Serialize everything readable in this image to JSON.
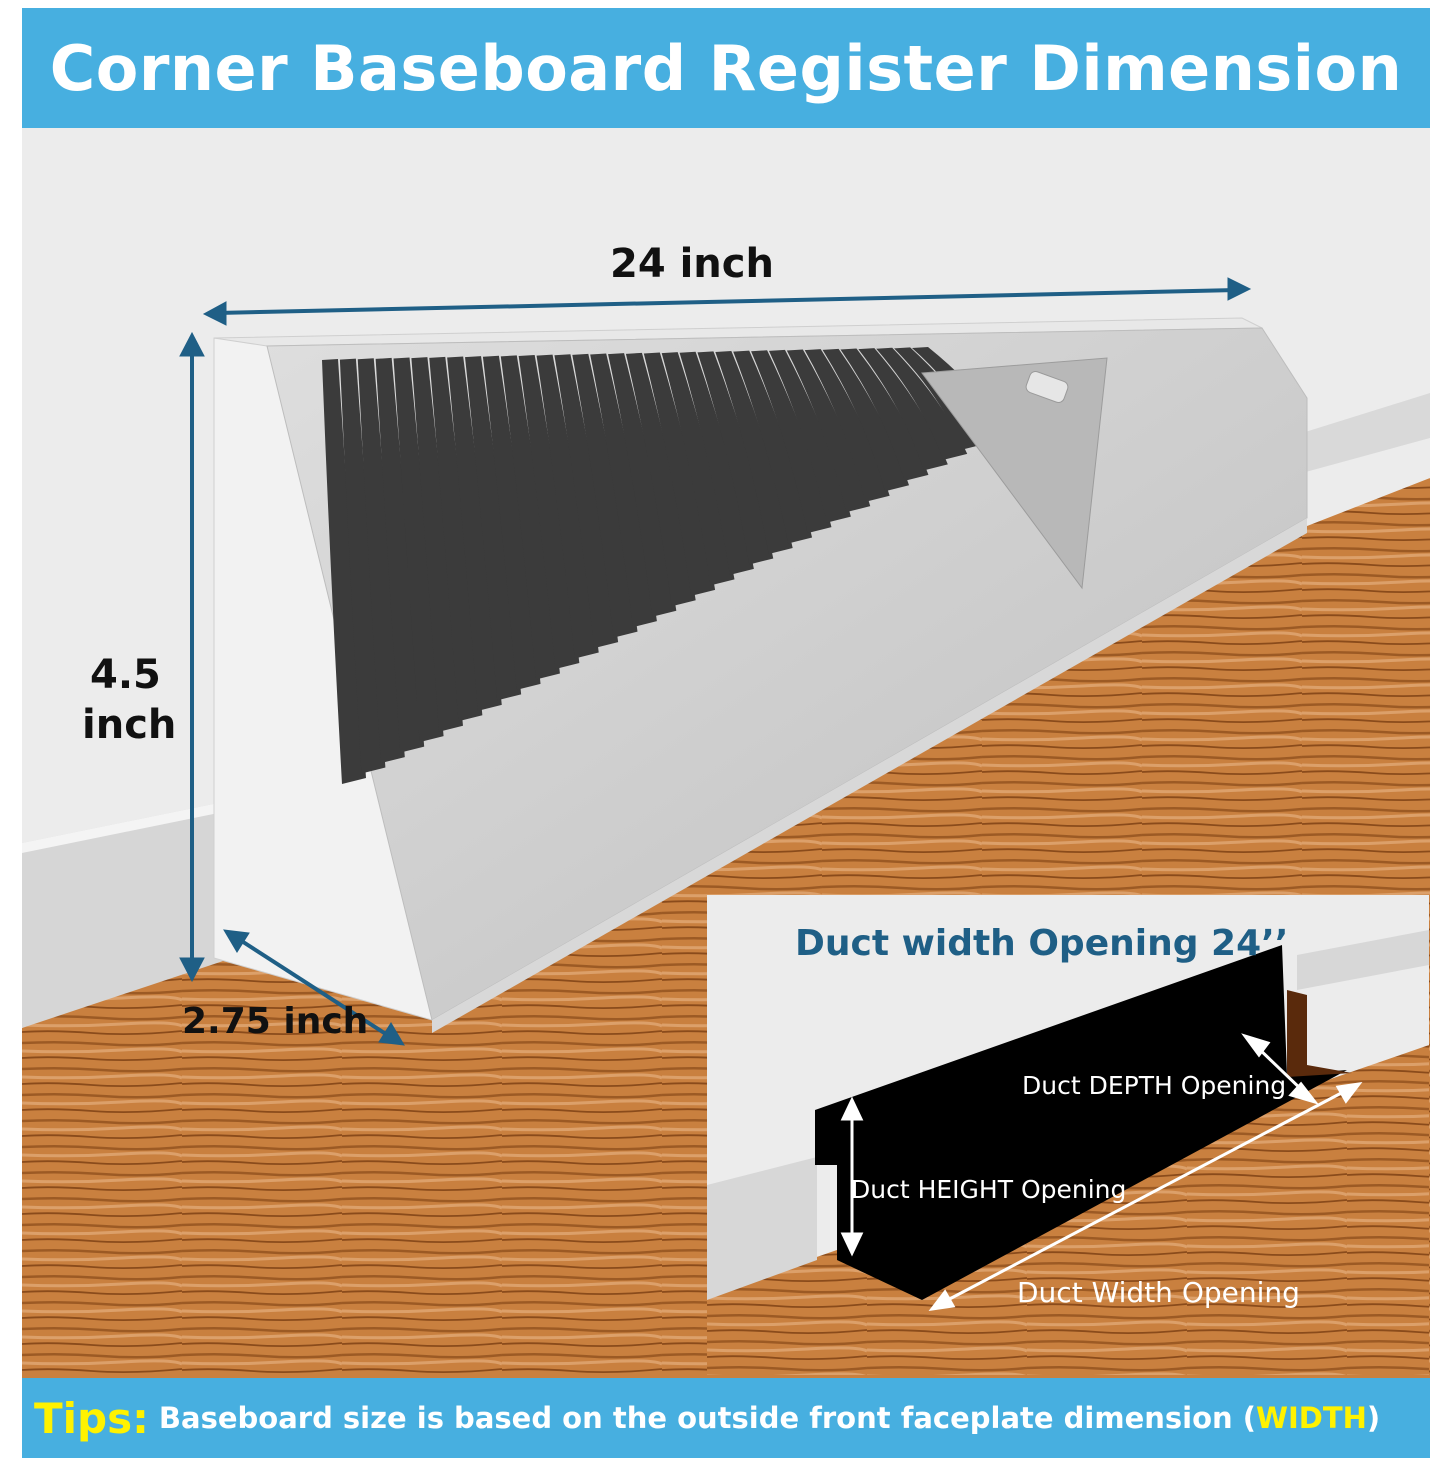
{
  "header": {
    "title": "Corner Baseboard Register Dimension"
  },
  "dimensions": {
    "width": "24 inch",
    "height_value": "4.5",
    "height_unit": "inch",
    "depth": "2.75 inch"
  },
  "inset": {
    "title": "Duct width Opening 24’’",
    "depth_label": "Duct DEPTH Opening",
    "height_label": "Duct HEIGHT Opening",
    "width_label": "Duct Width Opening"
  },
  "tips": {
    "label": "Tips:",
    "text_before": "Baseboard size is based on the outside front faceplate dimension (",
    "highlight": "WIDTH",
    "text_after": ")"
  },
  "colors": {
    "banner": "#47afe0",
    "highlight": "#fff200",
    "arrow": "#1f5f86",
    "wood": "#c9803f"
  }
}
